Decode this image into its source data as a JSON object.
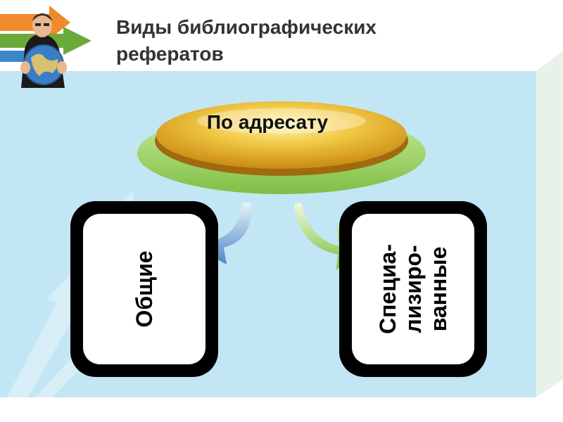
{
  "slide": {
    "title_line1": "Виды библиографических",
    "title_line2": "рефератов"
  },
  "diagram": {
    "root": "По адресату",
    "children": [
      {
        "lines": [
          "Общие"
        ]
      },
      {
        "lines": [
          "Специа-",
          "лизиро-",
          "ванные"
        ]
      }
    ]
  },
  "colors": {
    "panel": "#c2e6f4",
    "oval_gold": "#e8b42a",
    "oval_green": "#9fd36a",
    "arrow_blue": "#6a9fd1",
    "arrow_green": "#8ccf4a",
    "title": "#333333"
  },
  "icons": [
    "businessman-globe-icon",
    "arrows-icon"
  ]
}
